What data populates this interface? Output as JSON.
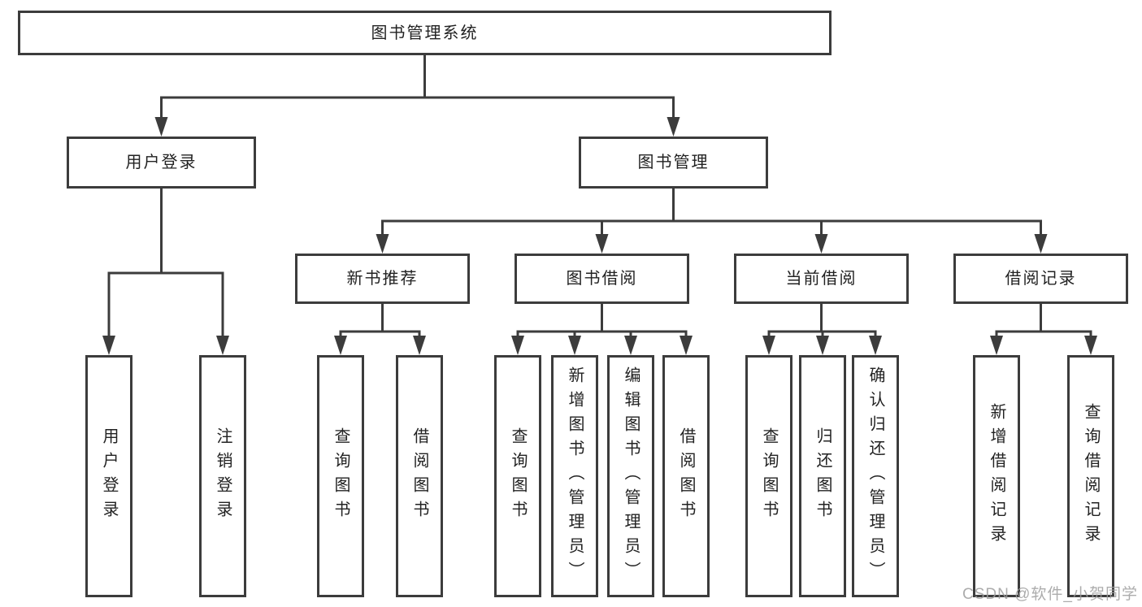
{
  "tree": {
    "root": {
      "label": "图书管理系统"
    },
    "branches": [
      {
        "label": "用户登录",
        "leaves": [
          {
            "label": "用户登录"
          },
          {
            "label": "注销登录"
          }
        ]
      },
      {
        "label": "图书管理",
        "groups": [
          {
            "label": "新书推荐",
            "leaves": [
              {
                "label": "查询图书"
              },
              {
                "label": "借阅图书"
              }
            ]
          },
          {
            "label": "图书借阅",
            "leaves": [
              {
                "label": "查询图书"
              },
              {
                "label": "新增图书（管理员）"
              },
              {
                "label": "编辑图书（管理员）"
              },
              {
                "label": "借阅图书"
              }
            ]
          },
          {
            "label": "当前借阅",
            "leaves": [
              {
                "label": "查询图书"
              },
              {
                "label": "归还图书"
              },
              {
                "label": "确认归还（管理员）"
              }
            ]
          },
          {
            "label": "借阅记录",
            "leaves": [
              {
                "label": "新增借阅记录"
              },
              {
                "label": "查询借阅记录"
              }
            ]
          }
        ]
      }
    ]
  },
  "watermark": "CSDN @软件_小贺同学",
  "colors": {
    "line": "#3c3c3c",
    "text": "#222222",
    "box_fill": "#ffffff",
    "watermark": "#9e9e9e",
    "background": "#ffffff"
  }
}
